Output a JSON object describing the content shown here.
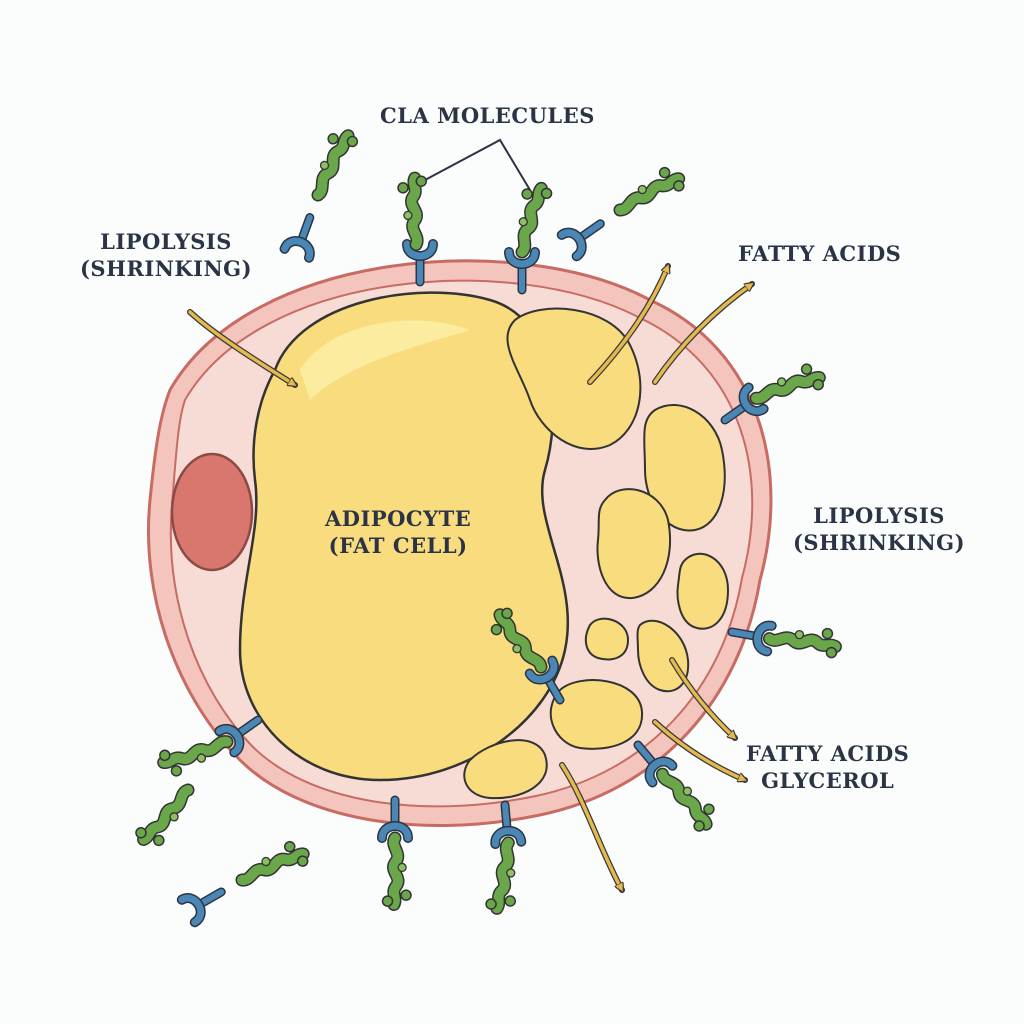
{
  "labels": {
    "cla_molecules": "CLA MOLECULES",
    "lipolysis_left": {
      "line1": "LIPOLYSIS",
      "line2": "(SHRINKING)"
    },
    "lipolysis_right": {
      "line1": "LIPOLYSIS",
      "line2": "(SHRINKING)"
    },
    "fatty_acids_top": "FATTY ACIDS",
    "adipocyte": {
      "line1": "ADIPOCYTE",
      "line2": "(FAT CELL)"
    },
    "fatty_acids_bottom": "FATTY ACIDS",
    "glycerol": "GLYCEROL"
  },
  "colors": {
    "background": "#fbfcfc",
    "membrane": "#f3c5bd",
    "membrane_outline": "#c76b63",
    "cytoplasm": "#f7dcd5",
    "fat_droplet": "#f8dc7e",
    "fat_droplet_highlight": "#fcec9f",
    "nucleus": "#d9776f",
    "receptor": "#4a87b5",
    "cla_molecule": "#6aa64a",
    "arrow": "#e6b94e",
    "text": "#2b3444"
  }
}
